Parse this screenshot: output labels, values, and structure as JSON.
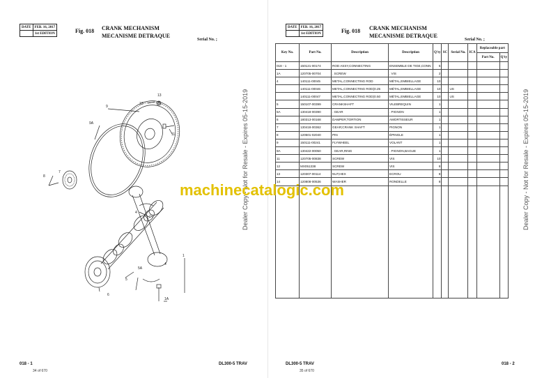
{
  "left_page": {
    "header": {
      "date_label": "DATE",
      "date": "FEB. 16, 2017",
      "edition": "1st EDITION"
    },
    "fig": "Fig. 018",
    "title_en": "CRANK MECHANISM",
    "title_fr": "MECANISME DETRAQUE",
    "serial": "Serial No. ;",
    "callouts": [
      "13",
      "12",
      "9",
      "9A",
      "11",
      "8",
      "7",
      "4",
      "14",
      "1",
      "5A",
      "4",
      "5",
      "6",
      "1A"
    ],
    "footer_code": "018 - 1",
    "footer_page": "34 of 670",
    "footer_model": "DL300-5 TRAV"
  },
  "right_page": {
    "header": {
      "date_label": "DATE",
      "date": "FEB. 16, 2017",
      "edition": "1st EDITION"
    },
    "fig": "Fig. 018",
    "title_en": "CRANK MECHANISM",
    "title_fr": "MECANISME DETRAQUE",
    "serial": "Serial No. ;",
    "columns": {
      "key": "Key No.",
      "part": "Part No.",
      "desc": "Description",
      "desc_fr": "Description",
      "qty": "Q'ty",
      "sc": "SC",
      "serial": "Serial No.",
      "ica": "ICA",
      "replaceable": "Replaceable part",
      "rp_part": "Part No.",
      "rp_qty": "Q'ty"
    },
    "rows": [
      {
        "key": "018 - 1",
        "part": "150121-00174",
        "desc": "ROD ASSY,CONNECTING",
        "desc_fr": "ENSEMBLE DE TIGE,CONN",
        "qty": "5",
        "serial": ""
      },
      {
        "key": "1A",
        "part": "120705-00704",
        "desc": ". SCREW",
        "desc_fr": ". VIS",
        "qty": "2",
        "serial": ""
      },
      {
        "key": "4",
        "part": "140111-00045",
        "desc": "METAL,CONNECTING ROD",
        "desc_fr": "MÉTAL,EMBIELLAGE",
        "qty": "10",
        "serial": ""
      },
      {
        "key": "",
        "part": "140111-00046",
        "desc": "METAL,CONNECTING ROD(0.25",
        "desc_fr": "MÉTAL,EMBIELLAGE",
        "qty": "10",
        "serial": "US"
      },
      {
        "key": "",
        "part": "140111-00047",
        "desc": "METAL,CONNECTING ROD(0.50",
        "desc_fr": "MÉTAL,EMBIELLAGE",
        "qty": "10",
        "serial": "US"
      },
      {
        "key": "5",
        "part": "150107-00399",
        "desc": "CRANKSHAFT",
        "desc_fr": "VILEBREQUIN",
        "qty": "1",
        "serial": ""
      },
      {
        "key": "5A",
        "part": "130418-00390",
        "desc": ". GEAR",
        "desc_fr": ". PIGNON",
        "qty": "1",
        "serial": ""
      },
      {
        "key": "6",
        "part": "180313-00168",
        "desc": "DAMPER;TORTION",
        "desc_fr": "AMORTISSEUR",
        "qty": "1",
        "serial": ""
      },
      {
        "key": "7",
        "part": "130418-00362",
        "desc": "GEAR;CRANK SHAFT",
        "desc_fr": "PIGNON",
        "qty": "1",
        "serial": ""
      },
      {
        "key": "8",
        "part": "120501-02040",
        "desc": "PIN",
        "desc_fr": "ÉPINGLE",
        "qty": "1",
        "serial": ""
      },
      {
        "key": "9",
        "part": "150111-00241",
        "desc": "FLYWHEEL",
        "desc_fr": "VOLANT",
        "qty": "1",
        "serial": ""
      },
      {
        "key": "9A",
        "part": "130422-00050",
        "desc": ". GEAR,RING",
        "desc_fr": ". PIGNON,BAGUE",
        "qty": "1",
        "serial": ""
      },
      {
        "key": "11",
        "part": "120705-00838",
        "desc": "SCREW",
        "desc_fr": "VIS",
        "qty": "10",
        "serial": ""
      },
      {
        "key": "12",
        "part": "MX051338",
        "desc": "SCREW",
        "desc_fr": "VIS",
        "qty": "8",
        "serial": ""
      },
      {
        "key": "13",
        "part": "120307-00114",
        "desc": "NUT,HEX",
        "desc_fr": "ECROU",
        "qty": "8",
        "serial": ""
      },
      {
        "key": "14",
        "part": "120808-00536",
        "desc": "WASHER",
        "desc_fr": "RONDELLE",
        "qty": "8",
        "serial": ""
      }
    ],
    "footer_model": "DL300-5 TRAV",
    "footer_page": "35 of 670",
    "footer_code": "018 - 2"
  },
  "watermark": "machinecatalogic.com",
  "stamp": "Dealer Copy - Not for Resale - Expires 05-15-2019",
  "colors": {
    "watermark": "#e3c100",
    "line": "#222222",
    "stamp": "#555555"
  }
}
